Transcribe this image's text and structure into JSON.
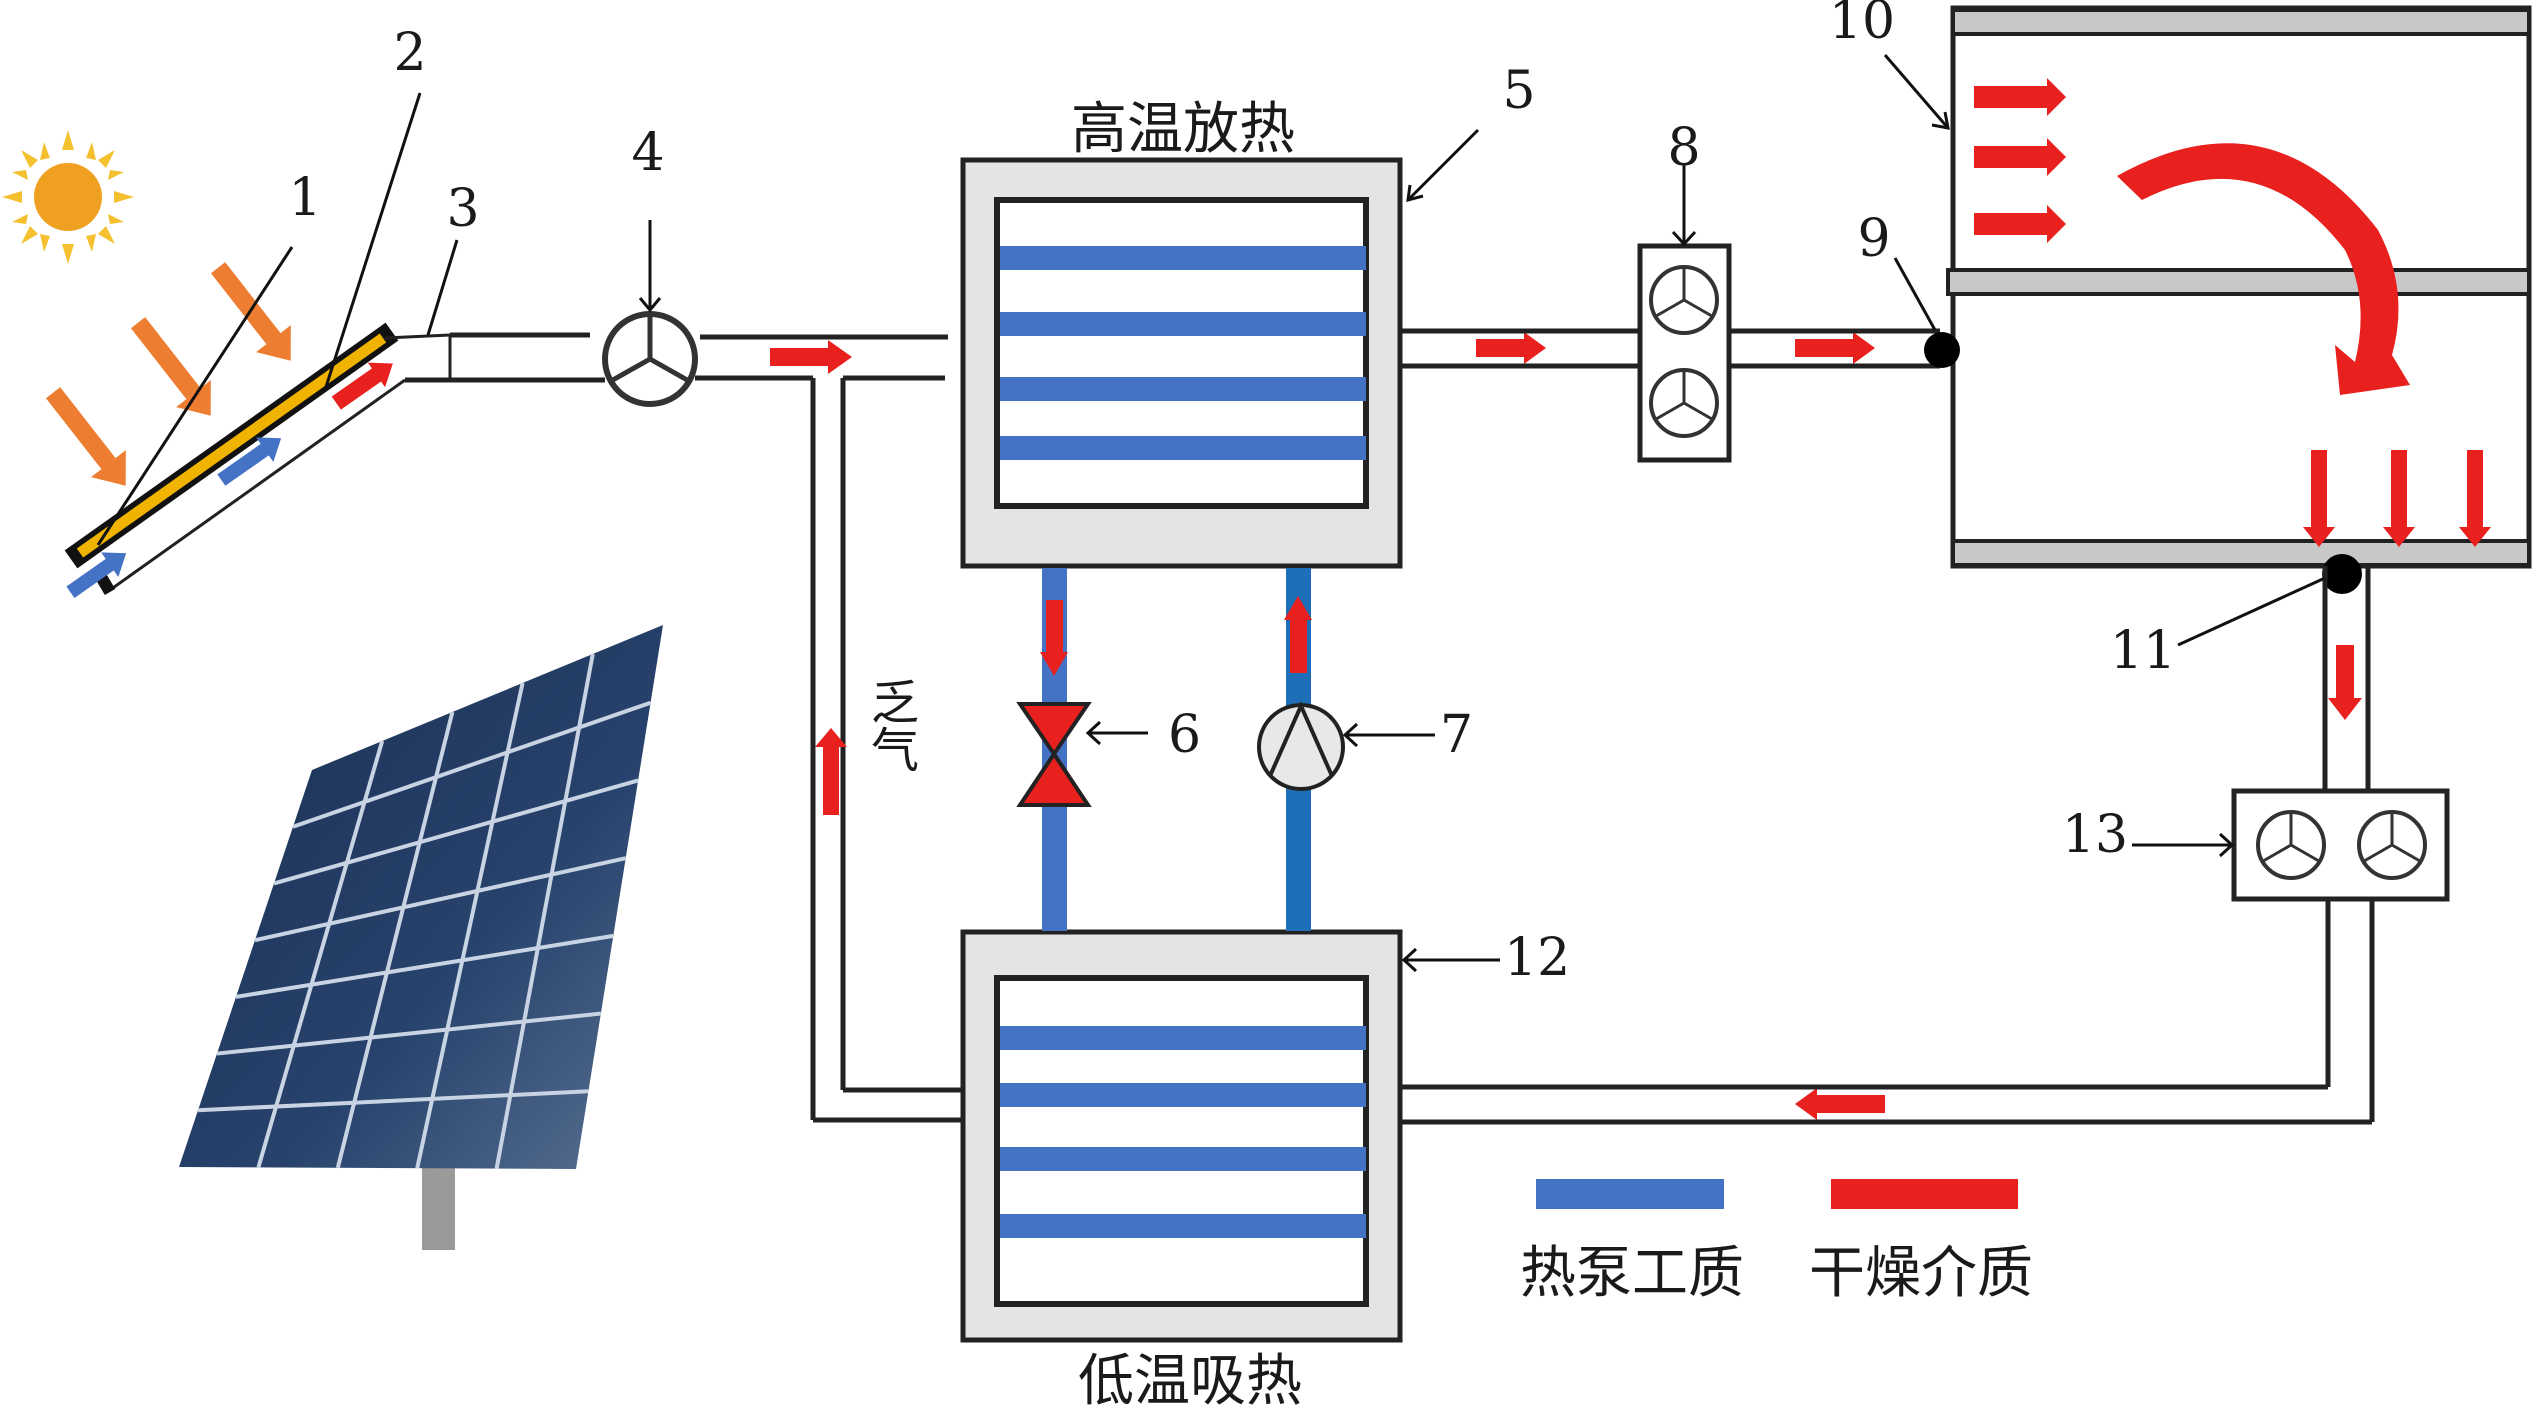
{
  "diagram": {
    "title_top": "高温放热",
    "title_bottom": "低温吸热",
    "exhaust_label": "乏气",
    "component_labels": [
      "1",
      "2",
      "3",
      "4",
      "5",
      "6",
      "7",
      "8",
      "9",
      "10",
      "11",
      "12",
      "13"
    ],
    "legend": [
      {
        "label": "热泵工质",
        "color": "#4472c4"
      },
      {
        "label": "干燥介质",
        "color": "#e8201e"
      }
    ],
    "colors": {
      "heat_pump_fluid": "#4472c4",
      "drying_medium": "#e8201e",
      "sun": "#f0a020",
      "sun_rays": "#f5c030",
      "solar_rays": "#ed7d31",
      "collector": "#f0b400",
      "exchanger_shell": "#e4e4e4",
      "dryer_plate": "#c8c8c8",
      "panel": "#1f3a60"
    }
  }
}
